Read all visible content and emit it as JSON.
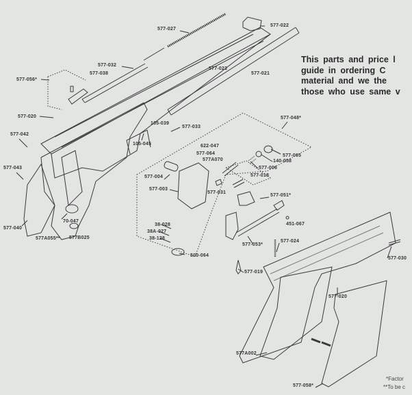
{
  "intro_text": {
    "lines": [
      "This parts and price l",
      "guide in ordering C",
      "material and we the",
      "those who use same v"
    ]
  },
  "footnotes": [
    "*Factor",
    "**To be c"
  ],
  "part_labels": {
    "p577_027": "577-027",
    "p577_022": "577-022",
    "p577_032": "577-032",
    "p577_038": "577-038",
    "p577_056": "577-056*",
    "p577_023": "577-023",
    "p577_021": "577-021",
    "p577_020a": "577-020",
    "p577_042": "577-042",
    "p105_039": "105-039",
    "p577_033": "577-033",
    "p105_045": "105-045",
    "p577_048": "577-048*",
    "p622_047": "622-047",
    "p577_064": "577-064",
    "p577A070": "577A070",
    "p577_005": "577-005",
    "p140_058": "140-058",
    "p577_006": "577-006",
    "p577_004": "577-004",
    "p577_018": "577-018",
    "p577_003": "577-003",
    "p577_031": "577-031",
    "p577_043": "577-043",
    "p577_051": "577-051*",
    "p70_047": "70-047",
    "p577_040": "577-040",
    "p451_067": "451-067",
    "p577A055": "577A055**",
    "p577B025": "577B025",
    "p38_028": "38-028",
    "p38A_027": "38A-027",
    "p38_128": "38-128",
    "p500_064": "500-064",
    "p577_053": "577-053*",
    "p577_024": "577-024",
    "p577_030": "577-030",
    "p577_019": "577-019",
    "p577_020b": "577-020",
    "p577A002": "577A002",
    "p577_058": "577-058*"
  }
}
